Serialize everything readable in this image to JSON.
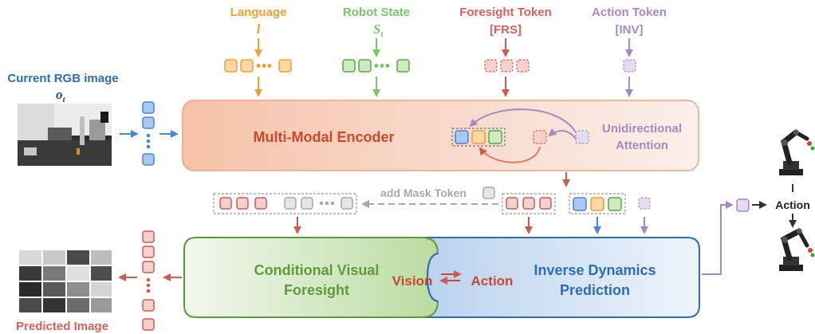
{
  "inputs": {
    "language": {
      "title": "Language",
      "symbol": "l"
    },
    "robot_state": {
      "title": "Robot State",
      "symbol": "S",
      "subscript": "t"
    },
    "foresight_token": {
      "title": "Foresight Token",
      "tag": "[FRS]"
    },
    "action_token": {
      "title": "Action Token",
      "tag": "[INV]"
    },
    "current_image": {
      "title": "Current RGB image",
      "symbol": "o",
      "subscript": "t"
    }
  },
  "encoder": {
    "label": "Multi-Modal Encoder",
    "attention_line1": "Unidirectional",
    "attention_line2": "Attention"
  },
  "mask": {
    "label": "add Mask Token"
  },
  "cvf": {
    "line1": "Conditional Visual",
    "line2": "Foresight"
  },
  "idp": {
    "line1": "Inverse Dynamics",
    "line2": "Prediction"
  },
  "link": {
    "left": "Vision",
    "right": "Action"
  },
  "output": {
    "action": "Action",
    "predicted_image": "Predicted Image"
  },
  "colors": {
    "language": "#f0a030",
    "robot_state": "#7cc467",
    "foresight": "#d9605a",
    "action": "#a38ac2",
    "image": "#4b86d4",
    "mask": "#a8a8a8",
    "encoder": "#f3b08f",
    "cvf": "#5f9a3a",
    "idp": "#2f6db0",
    "vision_action": "#c8492f"
  }
}
